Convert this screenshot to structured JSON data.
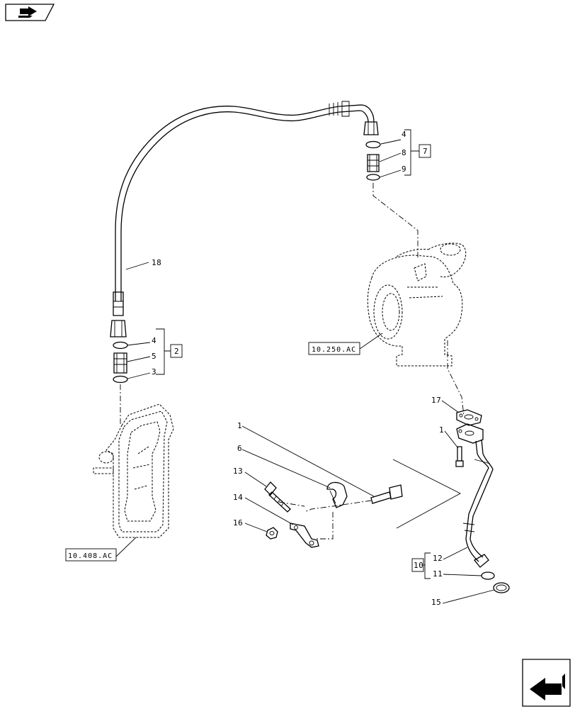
{
  "nav": {
    "top_icon": "arrow-right-icon",
    "bottom_icon": "arrow-left-icon"
  },
  "callouts": {
    "c18": "18",
    "c4a": "4",
    "c8": "8",
    "c9": "9",
    "g7": "7",
    "c4b": "4",
    "c5": "5",
    "c3": "3",
    "g2": "2",
    "c17": "17",
    "c1a": "1",
    "c6": "6",
    "c13": "13",
    "c14": "14",
    "c16": "16",
    "c1b": "1",
    "c12": "12",
    "c11": "11",
    "g10": "10",
    "c15": "15"
  },
  "refs": {
    "turbo": "10.250.AC",
    "block": "10.408.AC"
  }
}
